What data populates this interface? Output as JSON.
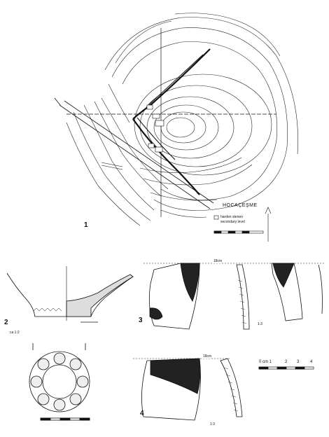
{
  "site": {
    "name": "HOCAÇEŞME",
    "legend_line1": "harden stenen",
    "legend_line2": "secondary level"
  },
  "figures": [
    {
      "number": "1"
    },
    {
      "number": "2",
      "scale_note": "ca 1:2"
    },
    {
      "number": "3",
      "scale_note": "1:3",
      "rim_label": "18cm"
    },
    {
      "number": "4",
      "scale_note": "1:3",
      "rim_label": "18cm"
    }
  ],
  "scale_bar": {
    "labels": [
      "0 cm 1",
      "2",
      "3",
      "4"
    ]
  }
}
